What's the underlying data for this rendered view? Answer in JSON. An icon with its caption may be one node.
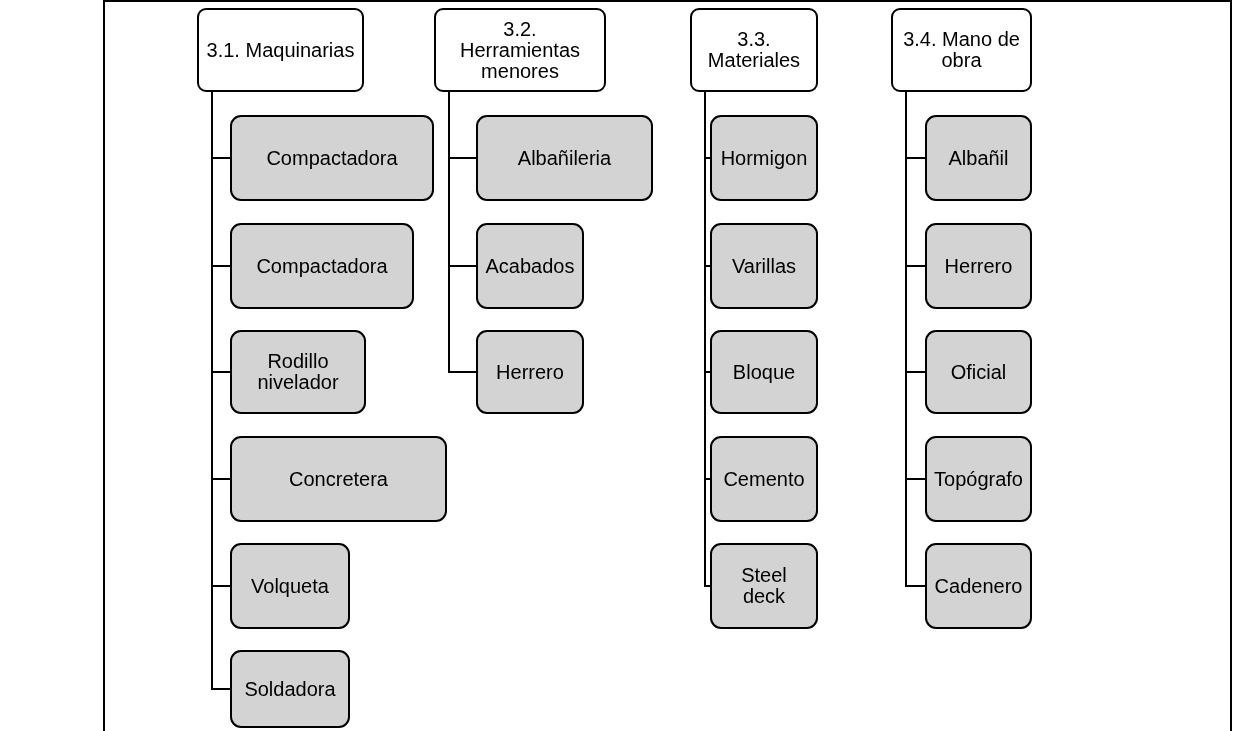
{
  "diagram": {
    "nodes": [
      {
        "text": [
          "3.1. Maquinarias"
        ]
      },
      {
        "text": [
          "Compactadora"
        ]
      },
      {
        "text": [
          "Compactadora"
        ]
      },
      {
        "text": [
          "Rodillo nivelador"
        ]
      },
      {
        "text": [
          "Concretera"
        ]
      },
      {
        "text": [
          "Volqueta"
        ]
      },
      {
        "text": [
          "Soldadora"
        ]
      },
      {
        "text": [
          "3.2. Herramientas menores"
        ]
      },
      {
        "text": [
          "Albañileria"
        ]
      },
      {
        "text": [
          "Acabados"
        ]
      },
      {
        "text": [
          "Herrero"
        ]
      },
      {
        "text": [
          "3.3. Materiales"
        ]
      },
      {
        "text": [
          "Hormigon"
        ]
      },
      {
        "text": [
          "Varillas"
        ]
      },
      {
        "text": [
          "Bloque"
        ]
      },
      {
        "text": [
          "Cemento"
        ]
      },
      {
        "text": [
          "Steel deck"
        ]
      },
      {
        "text": [
          "3.4.  Mano de obra"
        ]
      },
      {
        "text": [
          "Albañil"
        ]
      },
      {
        "text": [
          "Herrero"
        ]
      },
      {
        "text": [
          "Oficial"
        ]
      },
      {
        "text": [
          "Topógrafo"
        ]
      },
      {
        "text": [
          "Cadenero"
        ]
      }
    ],
    "edges": [
      {
        "from": 0,
        "to": 1,
        "arrow": "none"
      },
      {
        "from": 0,
        "to": 2,
        "arrow": "none"
      },
      {
        "from": 0,
        "to": 3,
        "arrow": "none"
      },
      {
        "from": 0,
        "to": 4,
        "arrow": "none"
      },
      {
        "from": 0,
        "to": 5,
        "arrow": "none"
      },
      {
        "from": 0,
        "to": 6,
        "arrow": "none"
      },
      {
        "from": 7,
        "to": 8,
        "arrow": "none"
      },
      {
        "from": 7,
        "to": 9,
        "arrow": "none"
      },
      {
        "from": 7,
        "to": 10,
        "arrow": "none"
      },
      {
        "from": 11,
        "to": 12,
        "arrow": "none"
      },
      {
        "from": 11,
        "to": 13,
        "arrow": "none"
      },
      {
        "from": 11,
        "to": 14,
        "arrow": "none"
      },
      {
        "from": 11,
        "to": 15,
        "arrow": "none"
      },
      {
        "from": 11,
        "to": 16,
        "arrow": "none"
      },
      {
        "from": 17,
        "to": 18,
        "arrow": "none"
      },
      {
        "from": 17,
        "to": 19,
        "arrow": "none"
      },
      {
        "from": 17,
        "to": 20,
        "arrow": "none"
      },
      {
        "from": 17,
        "to": 21,
        "arrow": "none"
      },
      {
        "from": 17,
        "to": 22,
        "arrow": "none"
      }
    ]
  }
}
